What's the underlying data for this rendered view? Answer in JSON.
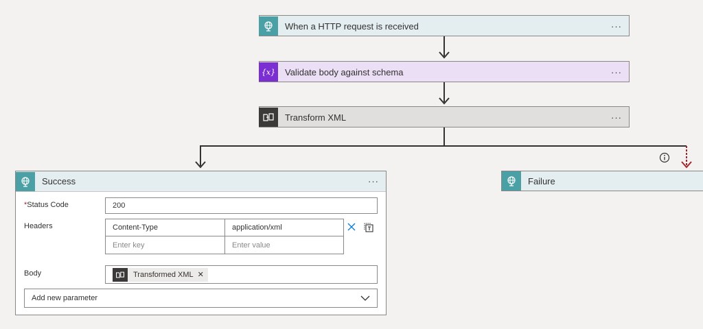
{
  "steps": {
    "http": {
      "title": "When a HTTP request is received",
      "menu": "···",
      "accent": "#4ba0a6",
      "bg": "#e4eef0"
    },
    "validate": {
      "title": "Validate body against schema",
      "menu": "···",
      "accent": "#7b2ed1",
      "bg": "#ebdff5",
      "icon_text": "{x}"
    },
    "transform": {
      "title": "Transform XML",
      "menu": "···",
      "accent": "#3b3a39",
      "bg": "#e1dfdd"
    }
  },
  "branches": {
    "success": {
      "title": "Success",
      "menu": "···",
      "fields": {
        "status_code": {
          "required_mark": "*",
          "label": "Status Code",
          "value": "200"
        },
        "headers": {
          "label": "Headers",
          "rows": [
            {
              "key": "Content-Type",
              "value": "application/xml"
            }
          ],
          "key_placeholder": "Enter key",
          "value_placeholder": "Enter value"
        },
        "body": {
          "label": "Body",
          "token": "Transformed XML"
        },
        "add_parameter": "Add new parameter"
      }
    },
    "failure": {
      "title": "Failure"
    }
  },
  "colors": {
    "canvas": "#f3f2f1",
    "run_after_failed": "#a4262c",
    "response_accent": "#4ba0a6"
  }
}
